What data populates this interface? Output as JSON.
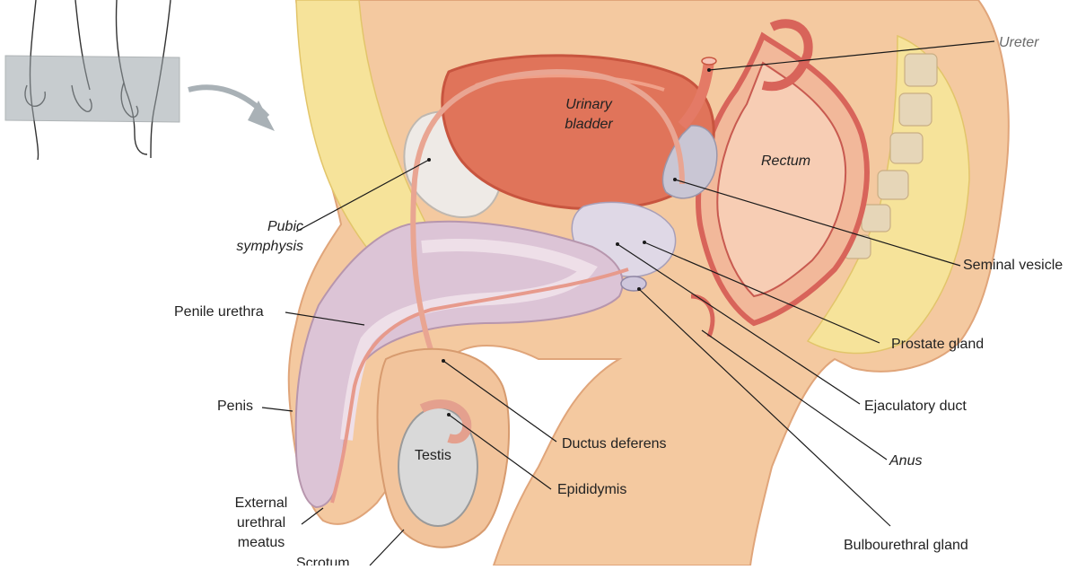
{
  "colors": {
    "skin": "#f4c9a0",
    "skin_dark": "#e8a97c",
    "fat": "#f6e39a",
    "muscle": "#d8645a",
    "bladder": "#e0745a",
    "tissue": "#dcc4d6",
    "bone": "#eeeae6",
    "testis": "#d8d8d8",
    "leader": "#1a1a1a"
  },
  "labels": {
    "ureter": "Ureter",
    "urinary_bladder_l1": "Urinary",
    "urinary_bladder_l2": "bladder",
    "rectum": "Rectum",
    "pubic_symphysis_l1": "Pubic",
    "pubic_symphysis_l2": "symphysis",
    "seminal_vesicle": "Seminal vesicle",
    "penile_urethra": "Penile urethra",
    "prostate_gland": "Prostate gland",
    "ejaculatory_duct": "Ejaculatory duct",
    "penis": "Penis",
    "anus": "Anus",
    "ductus_deferens": "Ductus deferens",
    "testis": "Testis",
    "epididymis": "Epididymis",
    "external_urethral_meatus_l1": "External",
    "external_urethral_meatus_l2": "urethral",
    "external_urethral_meatus_l3": "meatus",
    "bulbourethral_gland": "Bulbourethral gland",
    "scrotum": "Scrotum"
  }
}
